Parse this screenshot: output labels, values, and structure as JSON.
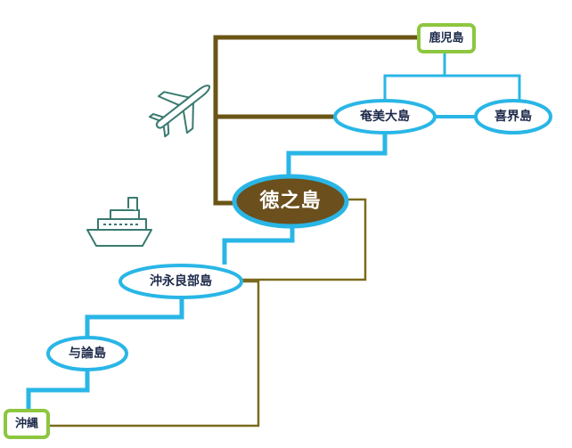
{
  "diagram": {
    "title": "",
    "colors": {
      "sea_route": "#29b6e6",
      "air_route": "#6b5516",
      "air_route_thin": "#7a6a1c",
      "node_border": "#29b6e6",
      "node_fill": "#ffffff",
      "endpoint_border": "#8dc63f",
      "hub_fill": "#6b4f1d",
      "hub_text": "#ffffff",
      "text": "#1e2a4a",
      "icon": "#3a7a70"
    },
    "nodes": {
      "kagoshima": "鹿児島",
      "amami": "奄美大島",
      "kikai": "喜界島",
      "tokunoshima": "徳之島",
      "okinoerabu": "沖永良部島",
      "yoron": "与論島",
      "okinawa": "沖縄"
    },
    "icons": {
      "airplane": "airplane-icon",
      "ship": "ferry-ship-icon"
    }
  }
}
